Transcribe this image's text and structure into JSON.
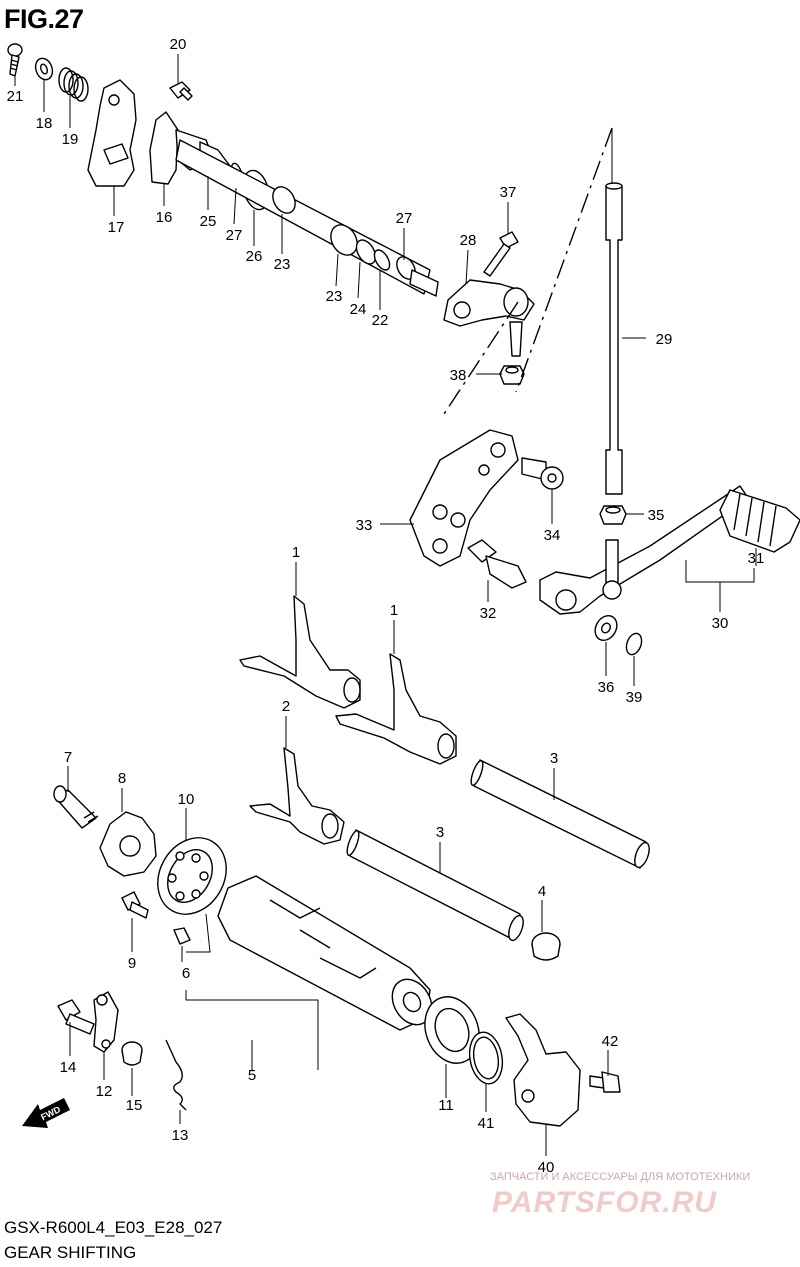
{
  "figure": {
    "title": "FIG.27",
    "model_code": "GSX-R600L4_E03_E28_027",
    "section_title": "GEAR SHIFTING"
  },
  "callouts": [
    {
      "label": "21"
    },
    {
      "label": "18"
    },
    {
      "label": "19"
    },
    {
      "label": "17"
    },
    {
      "label": "20"
    },
    {
      "label": "16"
    },
    {
      "label": "25"
    },
    {
      "label": "27"
    },
    {
      "label": "26"
    },
    {
      "label": "23"
    },
    {
      "label": "23"
    },
    {
      "label": "24"
    },
    {
      "label": "22"
    },
    {
      "label": "27"
    },
    {
      "label": "28"
    },
    {
      "label": "37"
    },
    {
      "label": "38"
    },
    {
      "label": "29"
    },
    {
      "label": "33"
    },
    {
      "label": "34"
    },
    {
      "label": "35"
    },
    {
      "label": "32"
    },
    {
      "label": "31"
    },
    {
      "label": "30"
    },
    {
      "label": "36"
    },
    {
      "label": "39"
    },
    {
      "label": "1"
    },
    {
      "label": "1"
    },
    {
      "label": "2"
    },
    {
      "label": "3"
    },
    {
      "label": "3"
    },
    {
      "label": "7"
    },
    {
      "label": "8"
    },
    {
      "label": "10"
    },
    {
      "label": "9"
    },
    {
      "label": "6"
    },
    {
      "label": "4"
    },
    {
      "label": "5"
    },
    {
      "label": "14"
    },
    {
      "label": "12"
    },
    {
      "label": "15"
    },
    {
      "label": "13"
    },
    {
      "label": "11"
    },
    {
      "label": "41"
    },
    {
      "label": "42"
    },
    {
      "label": "40"
    }
  ],
  "fwd_marker": {
    "label": "FWD"
  },
  "watermark": {
    "text": "ЗАПЧАСТИ И АКСЕССУАРЫ ДЛЯ МОТОТЕХНИКИ",
    "logo": "PARTSFOR.RU"
  }
}
